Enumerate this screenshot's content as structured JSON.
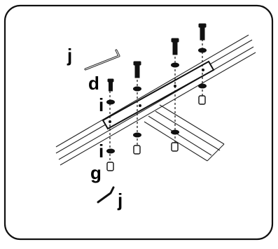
{
  "diagram": {
    "labels": {
      "allen_key_top": "j",
      "screw_top": "d",
      "washer_top": "i",
      "washer_bottom": "i",
      "bolt_bottom": "g",
      "allen_key_bottom": "j"
    }
  }
}
